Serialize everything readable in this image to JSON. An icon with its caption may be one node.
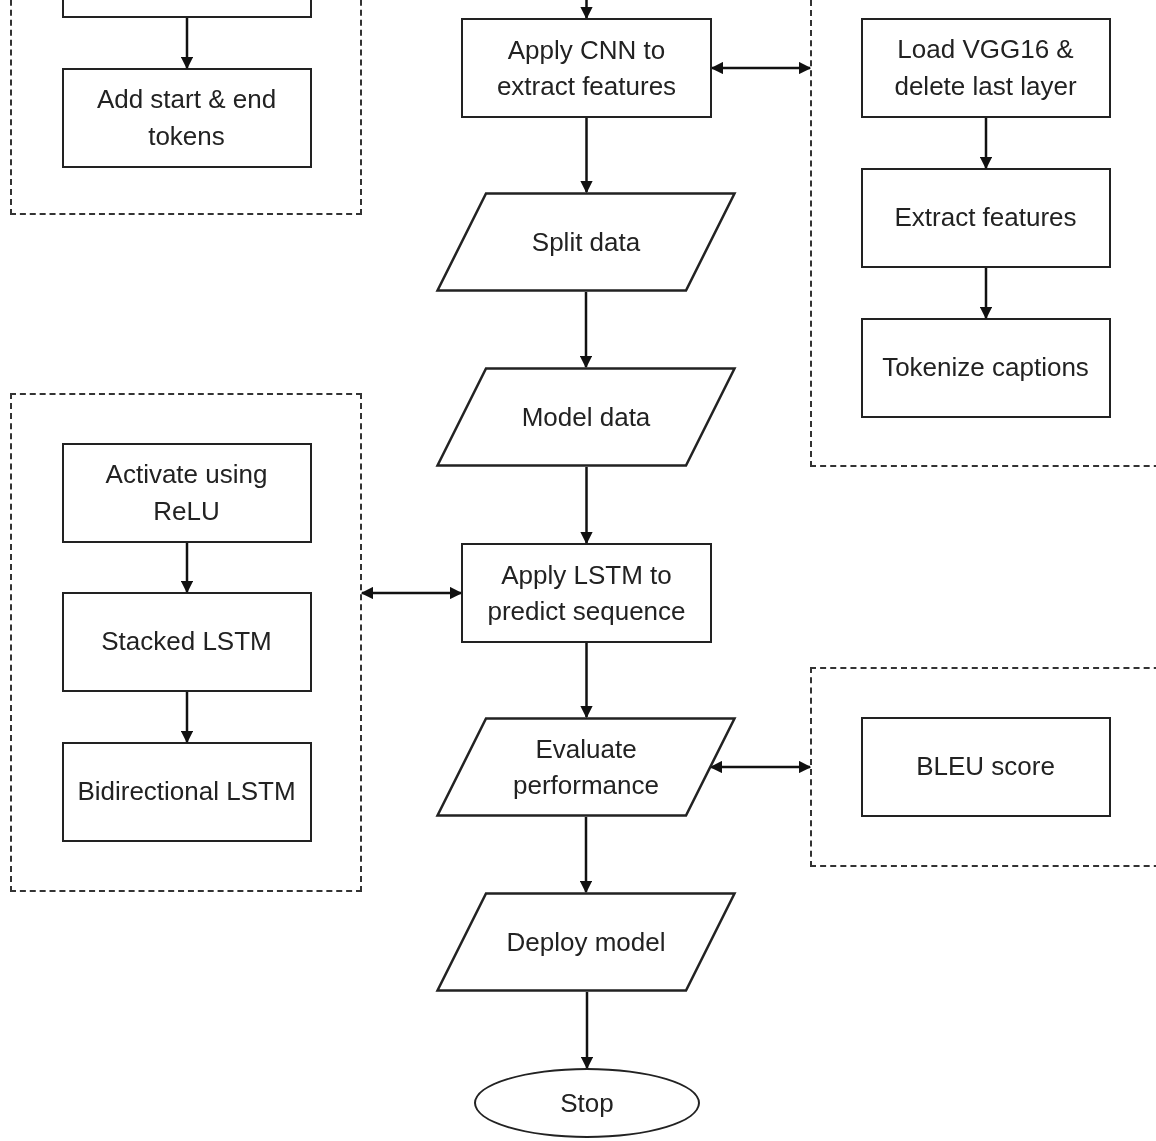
{
  "diagram": {
    "nodes": [
      {
        "text": [],
        "shape": "box"
      },
      {
        "text": [],
        "shape": "box",
        "in": 0
      },
      {
        "text": [
          "Add start & end tokens"
        ],
        "in": 0
      },
      {
        "text": [
          "Apply CNN to extract features"
        ]
      },
      {
        "text": [],
        "shape": "box"
      },
      {
        "text": [
          "Load VGG16 & delete last layer"
        ],
        "in": 4
      },
      {
        "text": [
          "Extract features"
        ],
        "in": 4
      },
      {
        "text": [
          "Tokenize captions"
        ],
        "in": 4
      },
      {
        "text": [
          "Split data"
        ]
      },
      {
        "text": [
          "Model data"
        ]
      },
      {
        "text": [],
        "shape": "box"
      },
      {
        "text": [
          "Activate using ReLU"
        ],
        "in": 10
      },
      {
        "text": [
          "Stacked LSTM"
        ],
        "in": 10
      },
      {
        "text": [
          "Bidirectional LSTM"
        ],
        "in": 10
      },
      {
        "text": [
          "Apply LSTM to predict sequence"
        ]
      },
      {
        "text": [
          "Evaluate performance"
        ]
      },
      {
        "text": [],
        "shape": "box"
      },
      {
        "text": [
          "BLEU score"
        ],
        "in": 16
      },
      {
        "text": [
          "Deploy model"
        ]
      },
      {
        "text": [
          "Stop"
        ]
      }
    ],
    "edges": [
      {
        "from": 1,
        "to": 2,
        "arrow": "to"
      },
      {
        "from": null,
        "to": 3,
        "arrow": "to"
      },
      {
        "from": 3,
        "to": 4,
        "arrow": "both"
      },
      {
        "from": 5,
        "to": 6,
        "arrow": "to"
      },
      {
        "from": 6,
        "to": 7,
        "arrow": "to"
      },
      {
        "from": 3,
        "to": 8,
        "arrow": "to"
      },
      {
        "from": 8,
        "to": 9,
        "arrow": "to"
      },
      {
        "from": 9,
        "to": 14,
        "arrow": "to"
      },
      {
        "from": 11,
        "to": 12,
        "arrow": "to"
      },
      {
        "from": 12,
        "to": 13,
        "arrow": "to"
      },
      {
        "from": 14,
        "to": 10,
        "arrow": "both"
      },
      {
        "from": 14,
        "to": 15,
        "arrow": "to"
      },
      {
        "from": 15,
        "to": 16,
        "arrow": "both"
      },
      {
        "from": 15,
        "to": 18,
        "arrow": "to"
      },
      {
        "from": 18,
        "to": 19,
        "arrow": "to"
      }
    ]
  }
}
